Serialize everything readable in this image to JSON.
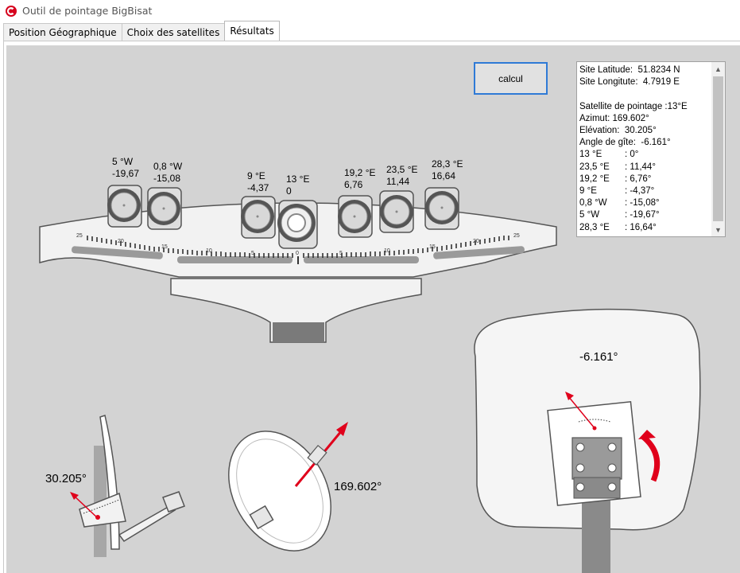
{
  "window": {
    "title": "Outil de pointage BigBisat"
  },
  "tabs": [
    {
      "label": "Position Géographique"
    },
    {
      "label": "Choix des satellites"
    },
    {
      "label": "Résultats"
    }
  ],
  "calc_button": "calcul",
  "results": {
    "lines": "Site Latitude:  51.8234 N\nSite Longitute:  4.7919 E\n\nSatellite de pointage :13°E\nAzimut: 169.602°\nElévation:  30.205°\nAngle de gîte:  -6.161°\n13 °E         : 0°\n23,5 °E      : 11,44°\n19,2 °E      : 6,76°\n9 °E           : -4,37°\n0,8 °W       : -15,08°\n5 °W          : -19,67°\n28,3 °E      : 16,64°"
  },
  "satellites": [
    {
      "name": "5 °W",
      "offset": "-19,67"
    },
    {
      "name": "0,8 °W",
      "offset": "-15,08"
    },
    {
      "name": "9 °E",
      "offset": "-4,37"
    },
    {
      "name": "13 °E",
      "offset": "0"
    },
    {
      "name": "19,2 °E",
      "offset": "6,76"
    },
    {
      "name": "23,5 °E",
      "offset": "11,44"
    },
    {
      "name": "28,3 °E",
      "offset": "16,64"
    }
  ],
  "scale_numbers": [
    "25",
    "20",
    "15",
    "10",
    "5",
    "0",
    "5",
    "10",
    "15",
    "20",
    "25"
  ],
  "elevation_label": "30.205°",
  "azimuth_label": "169.602°",
  "skew_label": "-6.161°",
  "colors": {
    "accent": "#2f7ad6",
    "arrow": "#e0001b",
    "background": "#d3d3d3"
  }
}
